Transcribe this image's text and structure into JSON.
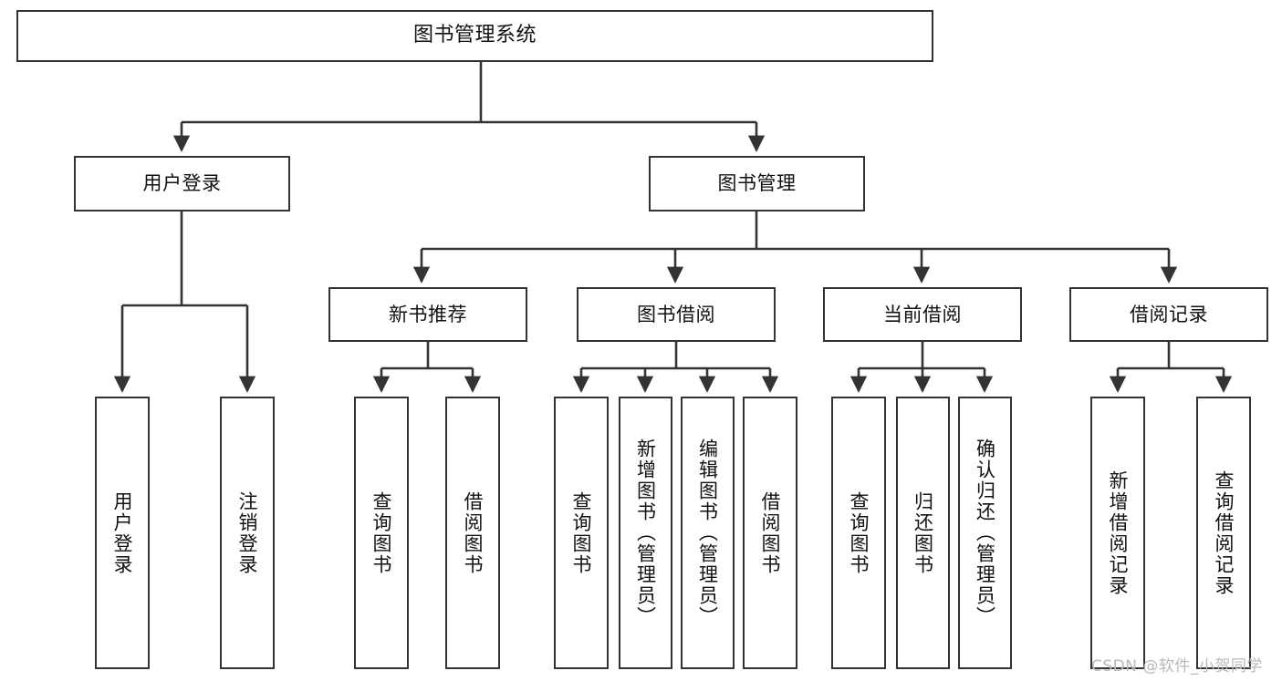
{
  "diagram": {
    "title": "图书管理系统",
    "type": "tree",
    "colors": {
      "box_border": "#333333",
      "box_fill": "#ffffff",
      "connector": "#333333",
      "text": "#111111",
      "watermark": "#b9b9b9",
      "background": "#ffffff"
    },
    "root": {
      "label": "图书管理系统"
    },
    "level1": [
      {
        "label": "用户登录"
      },
      {
        "label": "图书管理"
      }
    ],
    "level2": [
      {
        "label": "新书推荐"
      },
      {
        "label": "图书借阅"
      },
      {
        "label": "当前借阅"
      },
      {
        "label": "借阅记录"
      }
    ],
    "leaves": {
      "user_login": [
        {
          "label": "用户登录"
        },
        {
          "label": "注销登录"
        }
      ],
      "new_book_recommend": [
        {
          "label": "查询图书"
        },
        {
          "label": "借阅图书"
        }
      ],
      "book_borrow": [
        {
          "label": "查询图书"
        },
        {
          "label": "新增图书（管理员）"
        },
        {
          "label": "编辑图书（管理员）"
        },
        {
          "label": "借阅图书"
        }
      ],
      "current_borrow": [
        {
          "label": "查询图书"
        },
        {
          "label": "归还图书"
        },
        {
          "label": "确认归还（管理员）"
        }
      ],
      "borrow_record": [
        {
          "label": "新增借阅记录"
        },
        {
          "label": "查询借阅记录"
        }
      ]
    },
    "watermark": "CSDN @软件_小贺同学"
  }
}
